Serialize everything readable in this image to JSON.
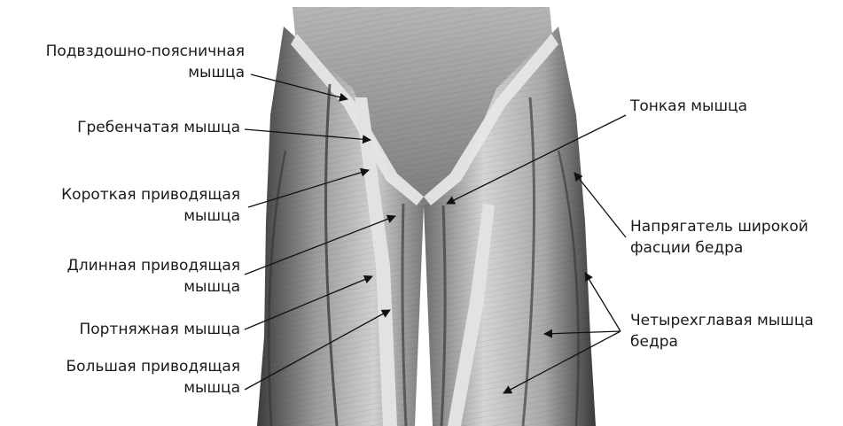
{
  "labels": {
    "iliopsoas": {
      "line1": "Подвздошно-поясничная",
      "line2": "мышца"
    },
    "pectineus": {
      "line1": "Гребенчатая мышца"
    },
    "adductor_brevis": {
      "line1": "Короткая приводящая",
      "line2": "мышца"
    },
    "adductor_longus": {
      "line1": "Длинная приводящая",
      "line2": "мышца"
    },
    "sartorius": {
      "line1": "Портняжная мышца"
    },
    "adductor_magnus": {
      "line1": "Большая приводящая",
      "line2": "мышца"
    },
    "gracilis": {
      "line1": "Тонкая мышца"
    },
    "tensor_fasciae_latae": {
      "line1": "Напрягатель широкой",
      "line2": "фасции бедра"
    },
    "quadriceps": {
      "line1": "Четырехглавая мышца",
      "line2": "бедра"
    }
  },
  "colors": {
    "muscle_dark": "#4a4a4a",
    "muscle_mid": "#8c8c8c",
    "muscle_light": "#d9d9d9",
    "tendon": "#e8e8e8",
    "arrow": "#111111",
    "text": "#1a1a1a"
  }
}
